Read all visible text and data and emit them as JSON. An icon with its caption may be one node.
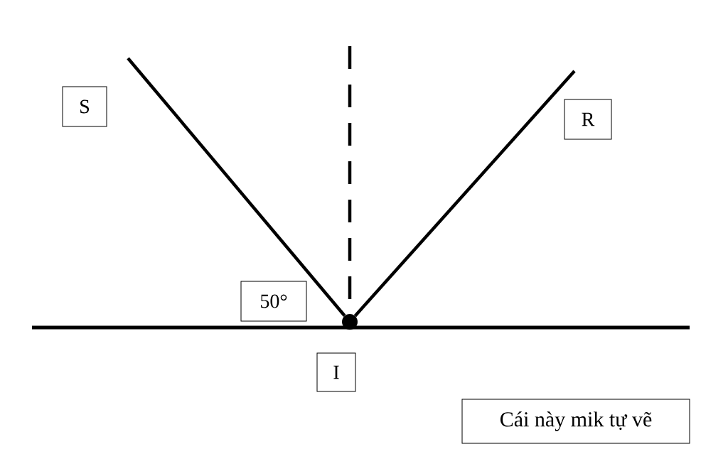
{
  "diagram": {
    "nodes": [
      {
        "text": [
          "S"
        ]
      },
      {
        "text": [
          "R"
        ]
      },
      {
        "text": [
          "50°"
        ]
      },
      {
        "text": [],
        "shape": "circle"
      },
      {
        "text": [
          "I"
        ]
      },
      {
        "text": [
          "Cái này mik tự vẽ"
        ]
      }
    ],
    "edges": [
      {
        "from": null,
        "to": 3,
        "arrow": "none"
      },
      {
        "from": 3,
        "to": null,
        "arrow": "none"
      },
      {
        "from": null,
        "to": 3,
        "arrow": "none",
        "style": "dashed"
      }
    ]
  }
}
